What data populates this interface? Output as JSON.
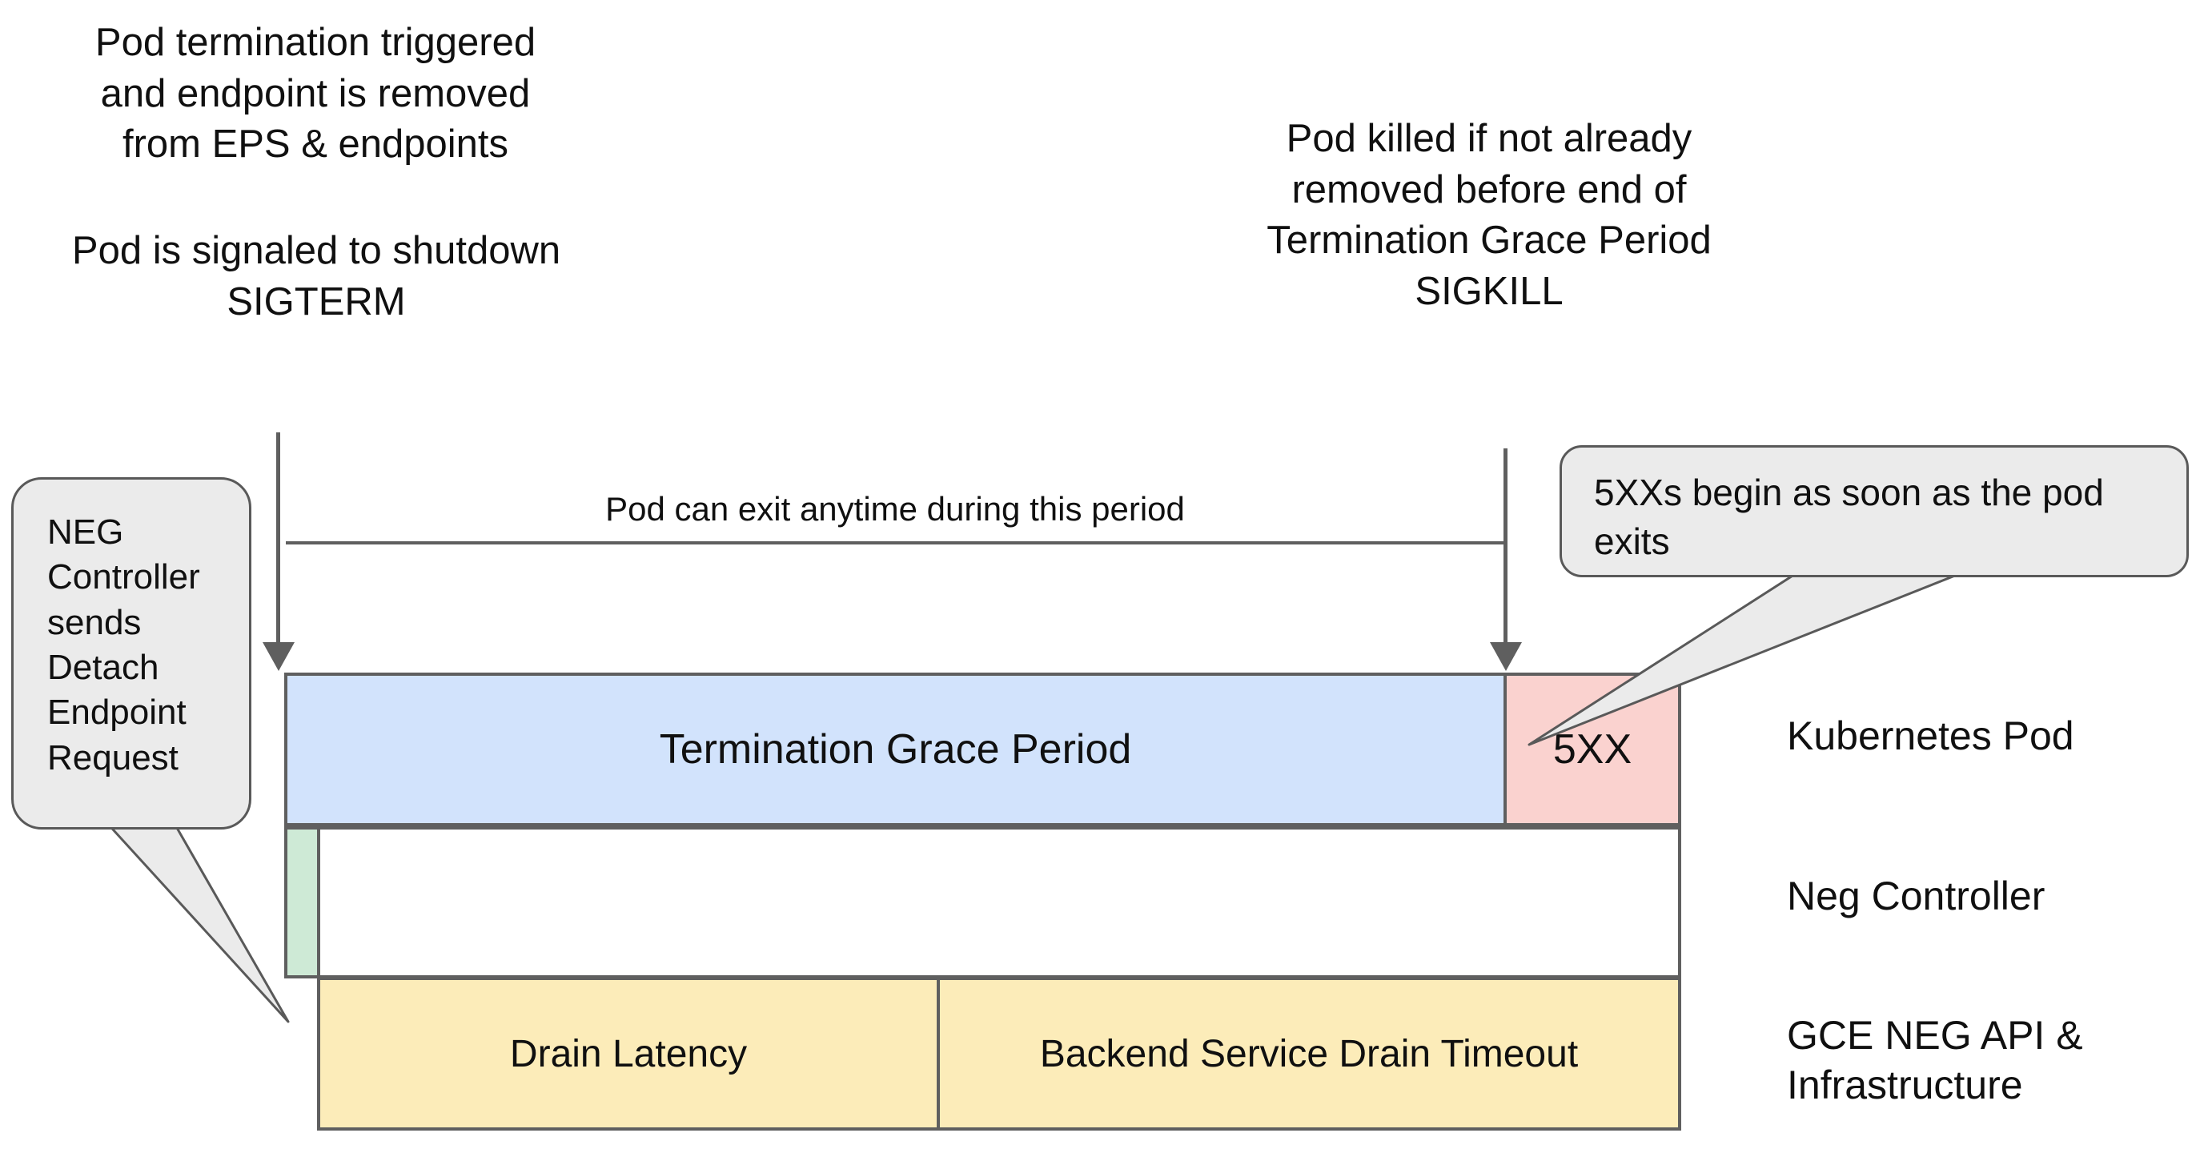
{
  "notes": {
    "termination_trigger": "Pod termination triggered\nand endpoint is removed\nfrom EPS & endpoints",
    "sigterm": "Pod is signaled to shutdown\nSIGTERM",
    "sigkill": "Pod killed if not already\nremoved before end of\nTermination Grace Period\nSIGKILL"
  },
  "callouts": {
    "neg_controller": "NEG Controller sends Detach Endpoint Request",
    "five_xx": "5XXs begin as soon as the pod exits"
  },
  "span": {
    "label": "Pod can exit anytime during this period"
  },
  "bars": {
    "termination_grace_period": "Termination Grace Period",
    "five_xx": "5XX",
    "neg_detach": "",
    "drain_latency": "Drain Latency",
    "backend_service_drain_timeout": "Backend Service Drain Timeout"
  },
  "lanes": {
    "kubernetes_pod": "Kubernetes Pod",
    "neg_controller": "Neg Controller",
    "gce_neg_api": "GCE NEG API &\nInfrastructure"
  },
  "colors": {
    "grace_period_fill": "#d2e3fc",
    "five_xx_fill": "#fad2cf",
    "neg_fill": "#ceead6",
    "drain_fill": "#fcecb9",
    "stroke": "#5f5f5f",
    "bubble_fill": "#ebebeb",
    "background": "#ffffff"
  }
}
